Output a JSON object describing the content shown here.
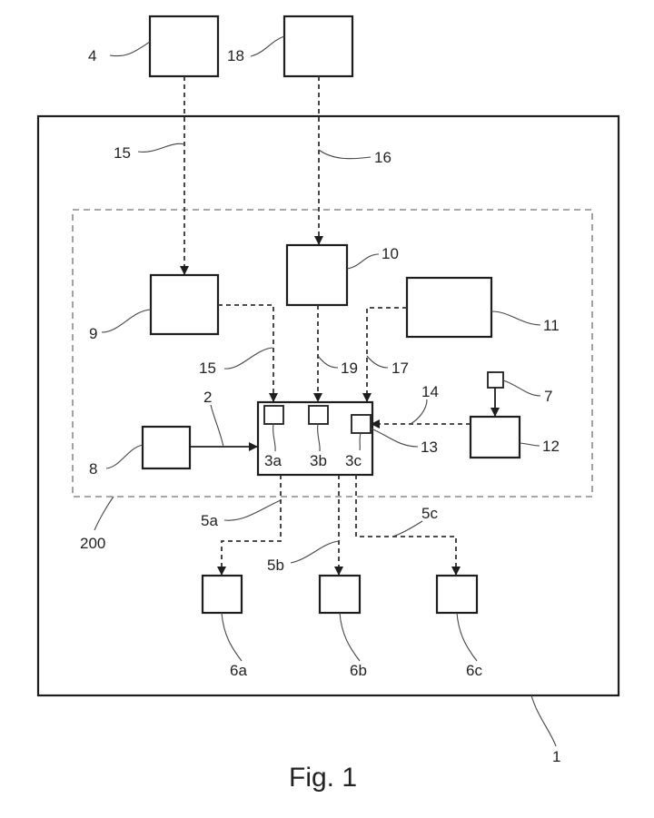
{
  "figure": {
    "caption": "Fig. 1",
    "labels": {
      "l1": "1",
      "l2": "2",
      "l3a": "3a",
      "l3b": "3b",
      "l3c": "3c",
      "l4": "4",
      "l5a": "5a",
      "l5b": "5b",
      "l5c": "5c",
      "l6a": "6a",
      "l6b": "6b",
      "l6c": "6c",
      "l7": "7",
      "l8": "8",
      "l9": "9",
      "l10": "10",
      "l11": "11",
      "l12": "12",
      "l13": "13",
      "l14": "14",
      "l15_top": "15",
      "l15_mid": "15",
      "l16": "16",
      "l17": "17",
      "l18": "18",
      "l19": "19",
      "l200": "200"
    }
  }
}
